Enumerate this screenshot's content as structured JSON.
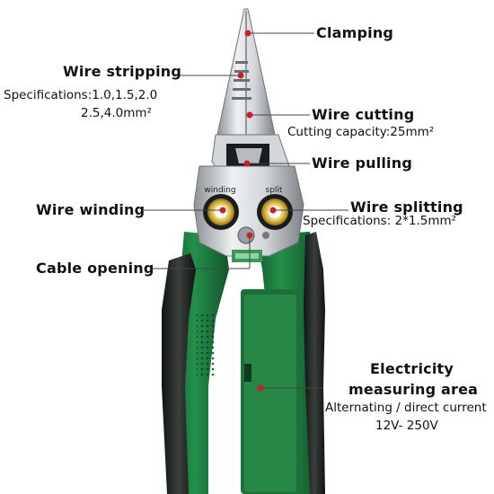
{
  "labels": {
    "clamping": "Clamping",
    "wire_stripping": {
      "title": "Wire stripping",
      "spec_line1": "Specifications:1.0,1.5,2.0",
      "spec_line2": "2.5,4.0mm²"
    },
    "wire_cutting": {
      "title": "Wire cutting",
      "spec": "Cutting capacity:25mm²"
    },
    "wire_pulling": "Wire pulling",
    "wire_winding": "Wire winding",
    "wire_splitting": {
      "title": "Wire splitting",
      "spec": "Specifications: 2*1.5mm²"
    },
    "cable_opening": "Cable opening",
    "electricity": {
      "title_line1": "Electricity",
      "title_line2": "measuring area",
      "spec_line1": "Alternating / direct current",
      "spec_line2": "12V- 250V"
    }
  },
  "tool_stamps": {
    "winding": "winding",
    "split": "split"
  },
  "colors": {
    "handle_green": "#1e7a3e",
    "handle_black": "#1f2420",
    "steel": "#c9ccd0",
    "ring_gold": "#c9a437",
    "marker_red": "#c8202a"
  }
}
